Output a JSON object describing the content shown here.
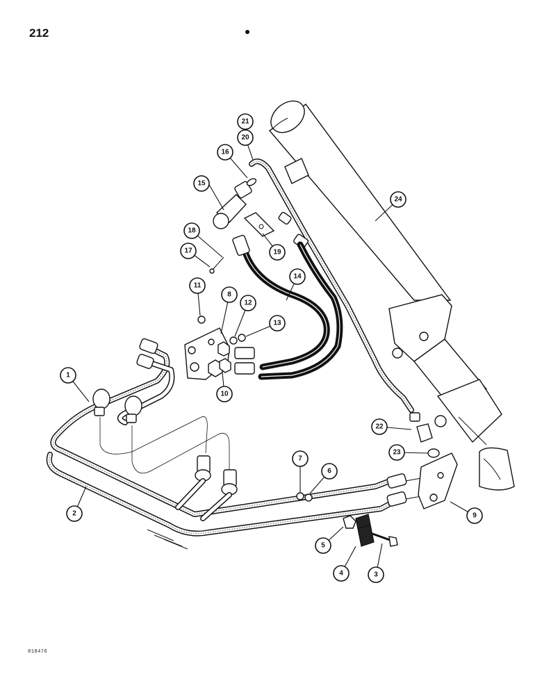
{
  "page_number": "212",
  "reference_code": "818476",
  "callouts": [
    {
      "id": "1",
      "label": "1"
    },
    {
      "id": "2",
      "label": "2"
    },
    {
      "id": "3",
      "label": "3"
    },
    {
      "id": "4",
      "label": "4"
    },
    {
      "id": "5",
      "label": "5"
    },
    {
      "id": "6",
      "label": "6"
    },
    {
      "id": "7",
      "label": "7"
    },
    {
      "id": "8",
      "label": "8"
    },
    {
      "id": "9",
      "label": "9"
    },
    {
      "id": "10",
      "label": "10"
    },
    {
      "id": "11",
      "label": "11"
    },
    {
      "id": "12",
      "label": "12"
    },
    {
      "id": "13",
      "label": "13"
    },
    {
      "id": "14",
      "label": "14"
    },
    {
      "id": "15",
      "label": "15"
    },
    {
      "id": "16",
      "label": "16"
    },
    {
      "id": "17",
      "label": "17"
    },
    {
      "id": "18",
      "label": "18"
    },
    {
      "id": "19",
      "label": "19"
    },
    {
      "id": "20",
      "label": "20"
    },
    {
      "id": "21",
      "label": "21"
    },
    {
      "id": "22",
      "label": "22"
    },
    {
      "id": "23",
      "label": "23"
    },
    {
      "id": "24",
      "label": "24"
    }
  ]
}
